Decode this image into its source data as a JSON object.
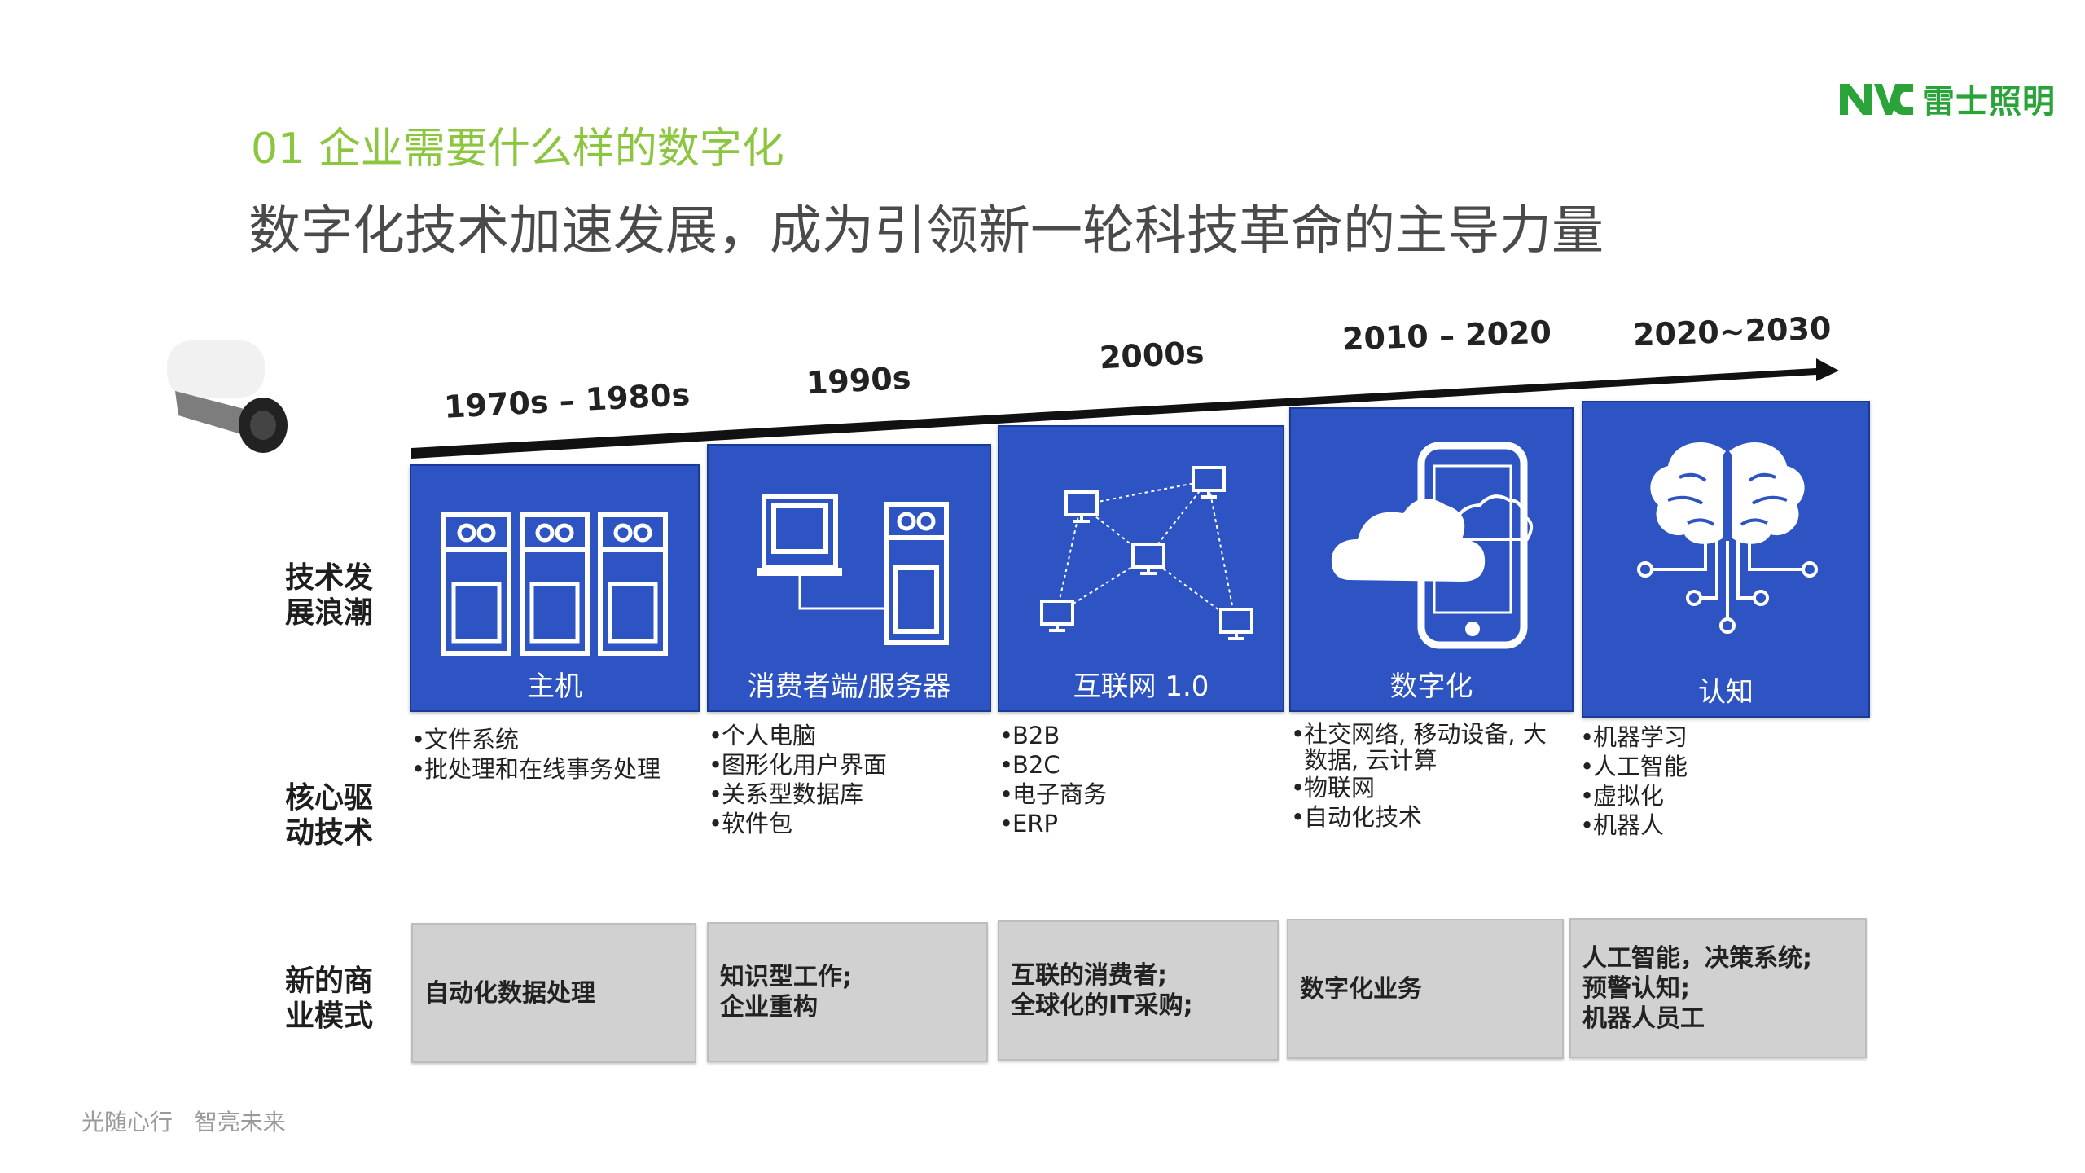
{
  "brand": {
    "name": "雷士照明",
    "mark_text": "NVC",
    "color": "#2aa339"
  },
  "section_title": "01 企业需要什么样的数字化",
  "headline": "数字化技术加速发展，成为引领新一轮科技革命的主导力量",
  "footer": {
    "slogan_a": "光随心行",
    "slogan_b": "智亮未来"
  },
  "row_labels": {
    "tech": [
      "技术发",
      "展浪潮"
    ],
    "drivers": [
      "核心驱",
      "动技术"
    ],
    "models": [
      "新的商",
      "业模式"
    ]
  },
  "eras": [
    {
      "period": "1970s – 1980s",
      "name": "主机",
      "icon": "mainframe-icon",
      "drivers": [
        "文件系统",
        "批处理和在线事务处理"
      ],
      "model": [
        "自动化数据处理"
      ]
    },
    {
      "period": "1990s",
      "name": "消费者端/服务器",
      "icon": "client-server-icon",
      "drivers": [
        "个人电脑",
        "图形化用户界面",
        "关系型数据库",
        "软件包"
      ],
      "model": [
        "知识型工作;",
        "企业重构"
      ]
    },
    {
      "period": "2000s",
      "name": "互联网 1.0",
      "icon": "network-icon",
      "drivers": [
        "B2B",
        "B2C",
        "电子商务",
        "ERP"
      ],
      "model": [
        "互联的消费者;",
        "全球化的IT采购;"
      ]
    },
    {
      "period": "2010 – 2020",
      "name": "数字化",
      "icon": "cloud-phone-icon",
      "drivers": [
        "社交网络, 移动设备, 大数据, 云计算",
        "物联网",
        "自动化技术"
      ],
      "model": [
        "数字化业务"
      ]
    },
    {
      "period": "2020~2030",
      "name": "认知",
      "icon": "brain-circuit-icon",
      "drivers": [
        "机器学习",
        "人工智能",
        "虚拟化",
        "机器人"
      ],
      "model": [
        "人工智能，决策系统;",
        "预警认知;",
        "机器人员工"
      ]
    }
  ],
  "colors": {
    "section_title": "#8cc63f",
    "card_blue": "#2d54c2",
    "model_gray": "#d1d1d1"
  }
}
